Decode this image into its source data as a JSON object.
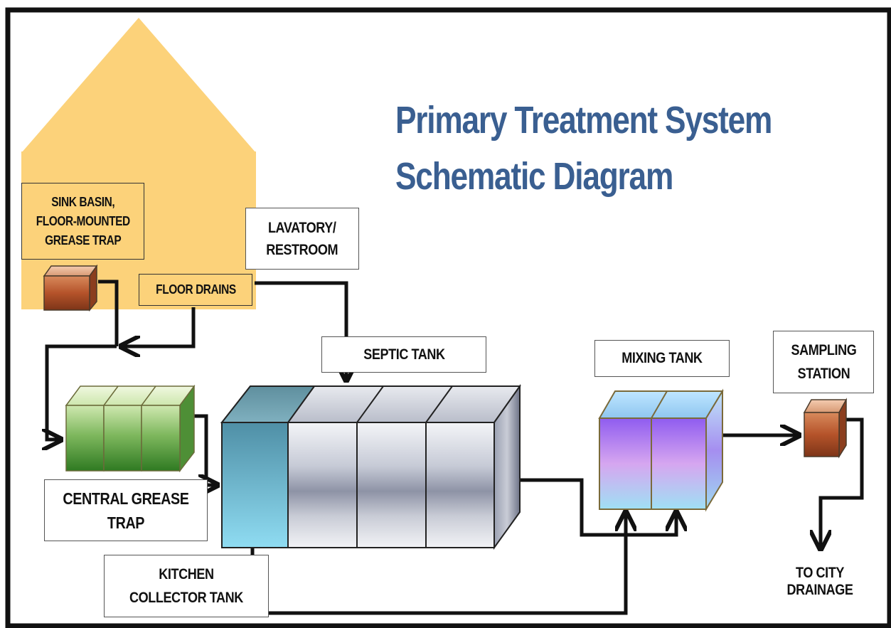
{
  "title": {
    "line1": "Primary Treatment System",
    "line2": "Schematic Diagram"
  },
  "labels": {
    "sink_basin": "SINK BASIN,\nFLOOR-MOUNTED\nGREASE TRAP",
    "floor_drains": "FLOOR DRAINS",
    "lavatory": "LAVATORY/\nRESTROOM",
    "septic_tank": "SEPTIC TANK",
    "mixing_tank": "MIXING TANK",
    "sampling_station": "SAMPLING\nSTATION",
    "central_grease_trap": "CENTRAL GREASE\nTRAP",
    "kitchen_collector_tank": "KITCHEN\nCOLLECTOR TANK",
    "to_city_drainage": "TO CITY DRAINAGE"
  },
  "colors": {
    "title": "#3a5f91",
    "house": "#fcd27a",
    "grease_trap": "#3f8a2e",
    "septic_tank": "#a9b0c0",
    "collector_tank": "#7fcbe0",
    "mixing_tank": "#b58af5",
    "brown_unit": "#b5532a",
    "pipe": "#111111"
  }
}
